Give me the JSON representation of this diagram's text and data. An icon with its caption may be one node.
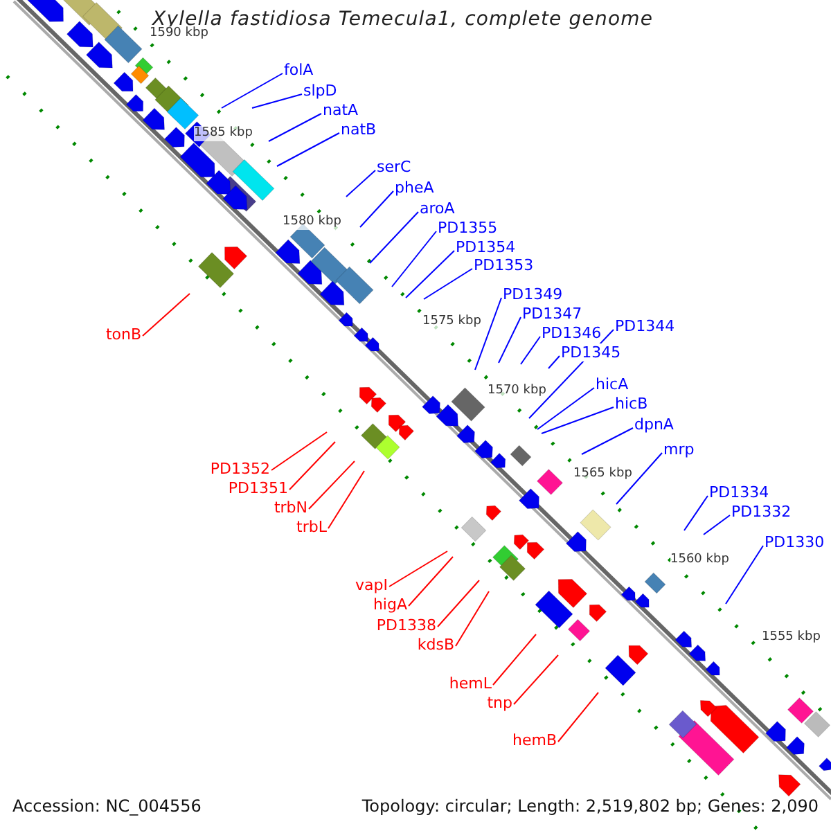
{
  "diagram": {
    "title": "Xylella fastidiosa Temecula1, complete genome",
    "nodes": [
      {
        "text": [
          "folA"
        ]
      },
      {
        "text": [
          "slpD"
        ]
      },
      {
        "text": [
          "natA"
        ]
      },
      {
        "text": [
          "natB"
        ]
      },
      {
        "text": [
          "serC"
        ]
      },
      {
        "text": [
          "pheA"
        ]
      },
      {
        "text": [
          "aroA"
        ]
      },
      {
        "text": [
          "PD1355"
        ]
      },
      {
        "text": [
          "PD1354"
        ]
      },
      {
        "text": [
          "PD1353"
        ]
      },
      {
        "text": [
          "PD1349"
        ]
      },
      {
        "text": [
          "PD1347"
        ]
      },
      {
        "text": [
          "PD1346"
        ]
      },
      {
        "text": [
          "PD1345"
        ]
      },
      {
        "text": [
          "PD1344"
        ]
      },
      {
        "text": [
          "hicA"
        ]
      },
      {
        "text": [
          "hicB"
        ]
      },
      {
        "text": [
          "dpnA"
        ]
      },
      {
        "text": [
          "mrp"
        ]
      },
      {
        "text": [
          "PD1334"
        ]
      },
      {
        "text": [
          "PD1332"
        ]
      },
      {
        "text": [
          "PD1330"
        ]
      },
      {
        "text": [
          "tonB"
        ]
      },
      {
        "text": [
          "PD1352"
        ]
      },
      {
        "text": [
          "PD1351"
        ]
      },
      {
        "text": [
          "trbN"
        ]
      },
      {
        "text": [
          "trbL"
        ]
      },
      {
        "text": [
          "vapI"
        ]
      },
      {
        "text": [
          "higA"
        ]
      },
      {
        "text": [
          "PD1338"
        ]
      },
      {
        "text": [
          "kdsB"
        ]
      },
      {
        "text": [
          "hemL"
        ]
      },
      {
        "text": [
          "tnp"
        ]
      },
      {
        "text": [
          "hemB"
        ]
      }
    ],
    "edges": [
      {
        "from": 0,
        "to": null,
        "arrow": "none"
      },
      {
        "from": 1,
        "to": null,
        "arrow": "none"
      },
      {
        "from": 2,
        "to": null,
        "arrow": "none"
      },
      {
        "from": 3,
        "to": null,
        "arrow": "none"
      },
      {
        "from": 4,
        "to": null,
        "arrow": "none"
      },
      {
        "from": 5,
        "to": null,
        "arrow": "none"
      },
      {
        "from": 6,
        "to": null,
        "arrow": "none"
      },
      {
        "from": 7,
        "to": null,
        "arrow": "none"
      },
      {
        "from": 8,
        "to": null,
        "arrow": "none"
      },
      {
        "from": 9,
        "to": null,
        "arrow": "none"
      },
      {
        "from": 10,
        "to": null,
        "arrow": "none"
      },
      {
        "from": 11,
        "to": null,
        "arrow": "none"
      },
      {
        "from": 12,
        "to": null,
        "arrow": "none"
      },
      {
        "from": 13,
        "to": null,
        "arrow": "none"
      },
      {
        "from": 14,
        "to": null,
        "arrow": "none"
      },
      {
        "from": 15,
        "to": null,
        "arrow": "none"
      },
      {
        "from": 16,
        "to": null,
        "arrow": "none"
      },
      {
        "from": 17,
        "to": null,
        "arrow": "none"
      },
      {
        "from": 18,
        "to": null,
        "arrow": "none"
      },
      {
        "from": 19,
        "to": null,
        "arrow": "none"
      },
      {
        "from": 20,
        "to": null,
        "arrow": "none"
      },
      {
        "from": 21,
        "to": null,
        "arrow": "none"
      },
      {
        "from": 22,
        "to": null,
        "arrow": "none",
        "color": "#ff0000"
      },
      {
        "from": 23,
        "to": null,
        "arrow": "none",
        "color": "#ff0000"
      },
      {
        "from": 24,
        "to": null,
        "arrow": "none",
        "color": "#ff0000"
      },
      {
        "from": 25,
        "to": null,
        "arrow": "none",
        "color": "#ff0000"
      },
      {
        "from": 26,
        "to": null,
        "arrow": "none",
        "color": "#ff0000"
      },
      {
        "from": 27,
        "to": null,
        "arrow": "none",
        "color": "#ff0000"
      },
      {
        "from": 28,
        "to": null,
        "arrow": "none",
        "color": "#ff0000"
      },
      {
        "from": 29,
        "to": null,
        "arrow": "none",
        "color": "#ff0000"
      },
      {
        "from": 30,
        "to": null,
        "arrow": "none",
        "color": "#ff0000"
      },
      {
        "from": 31,
        "to": null,
        "arrow": "none",
        "color": "#ff0000"
      },
      {
        "from": 32,
        "to": null,
        "arrow": "none",
        "color": "#ff0000"
      },
      {
        "from": 33,
        "to": null,
        "arrow": "none",
        "color": "#ff0000"
      }
    ],
    "labels": [
      "1590 kbp",
      "1585 kbp",
      "1580 kbp",
      "1575 kbp",
      "1570 kbp",
      "1565 kbp",
      "1560 kbp",
      "1555 kbp",
      "Accession: NC_004556",
      "Topology: circular; Length: 2,519,802 bp; Genes: 2,090"
    ]
  }
}
